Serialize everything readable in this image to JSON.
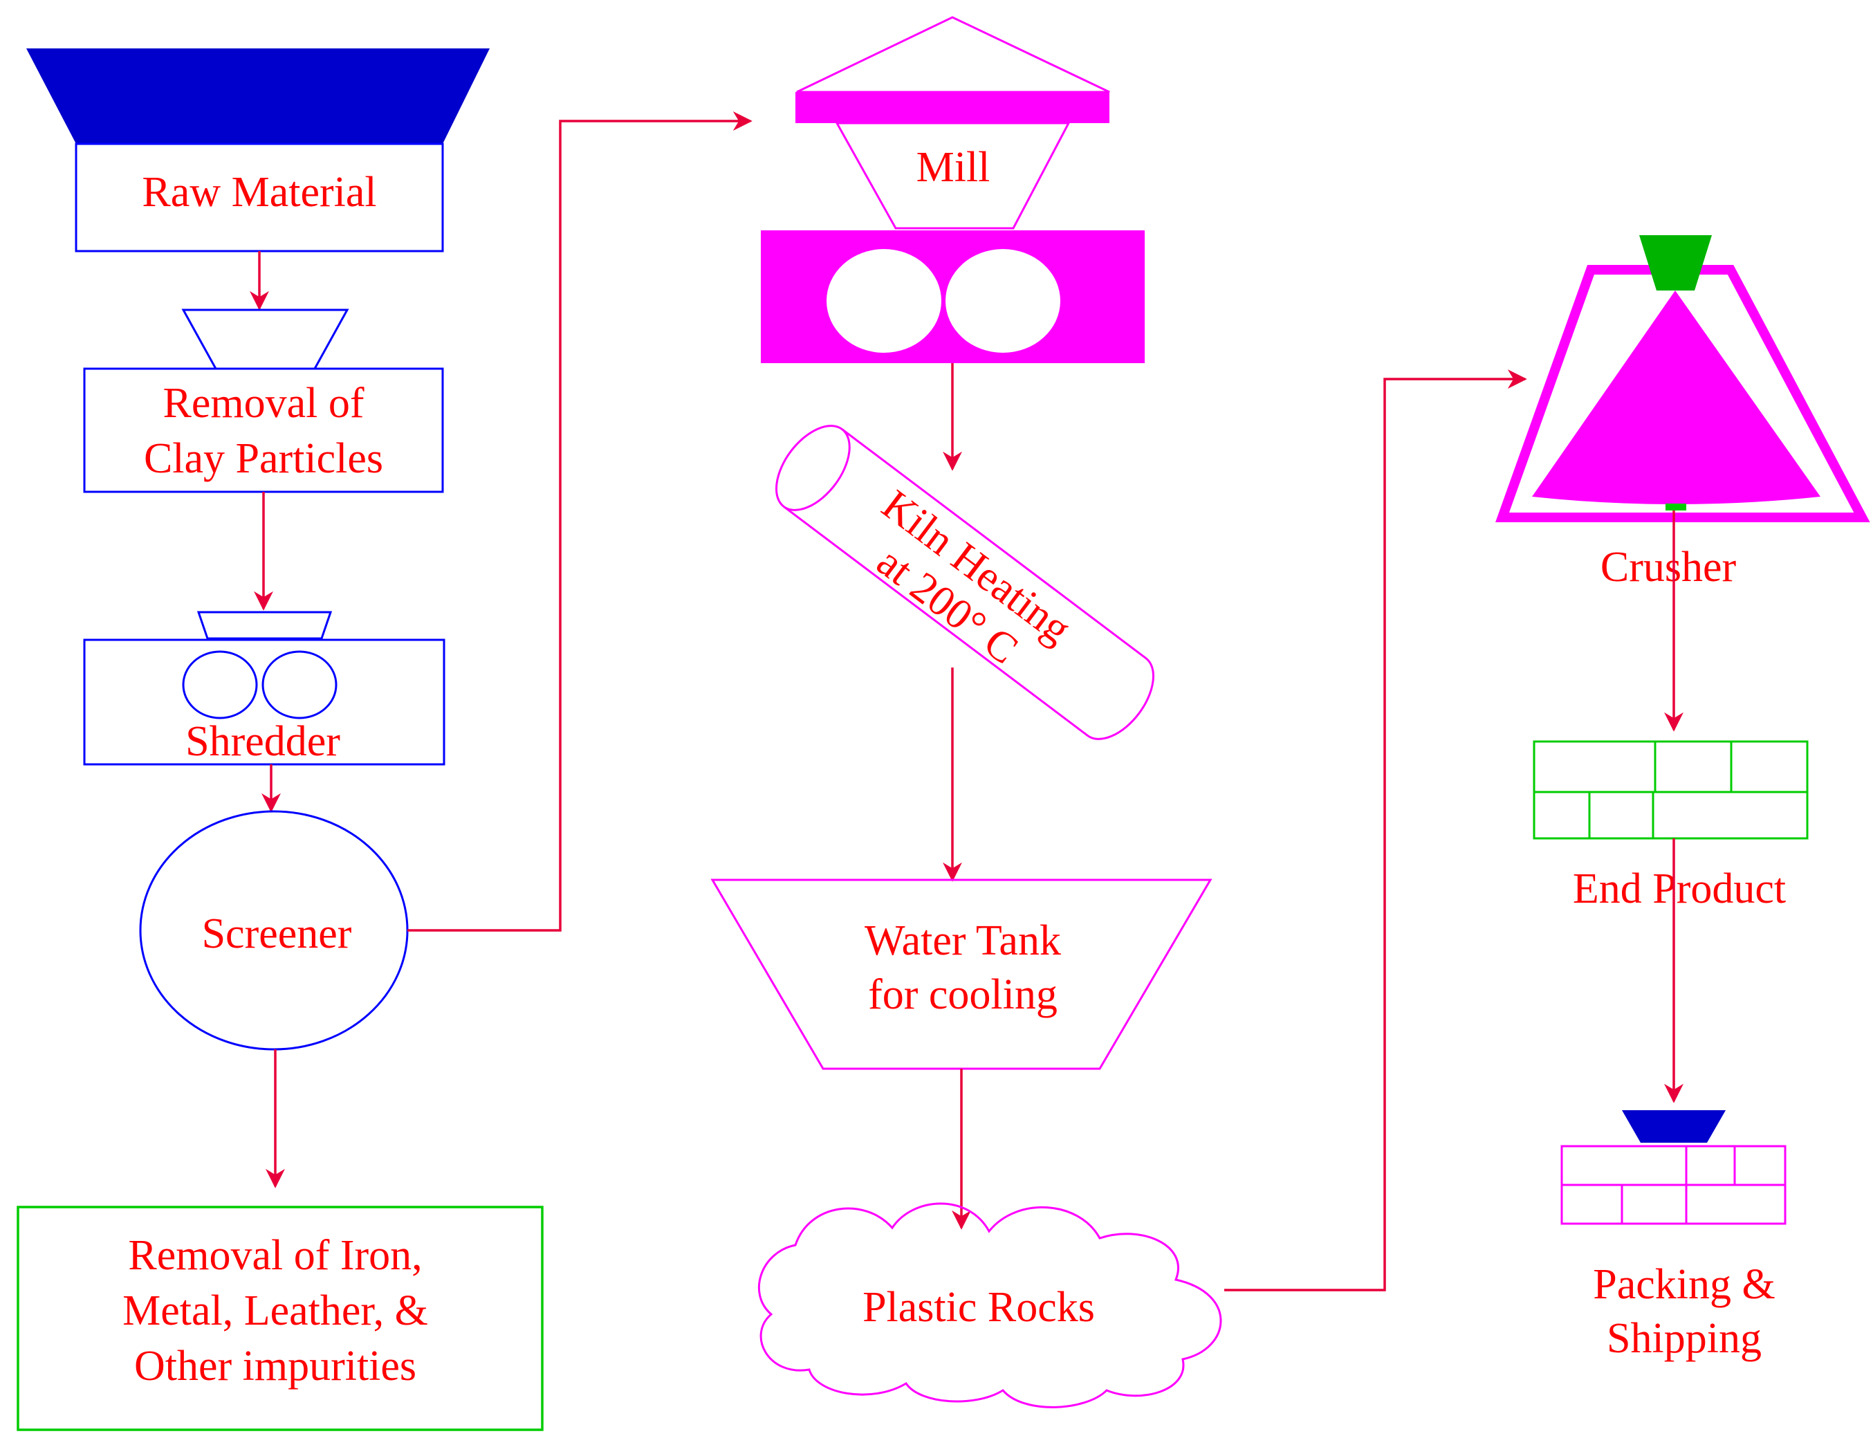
{
  "diagram": {
    "steps": {
      "raw_material": "Raw Material",
      "clay_removal": [
        "Removal of",
        "Clay Particles"
      ],
      "shredder": "Shredder",
      "screener": "Screener",
      "impurities_removal": [
        "Removal of Iron,",
        "Metal, Leather, &",
        "Other impurities"
      ],
      "mill": "Mill",
      "kiln": [
        "Kiln Heating",
        "at 200° C"
      ],
      "water_tank": [
        "Water Tank",
        "for cooling"
      ],
      "plastic_rocks": "Plastic Rocks",
      "crusher": "Crusher",
      "end_product": "End Product",
      "packing": [
        "Packing &",
        "Shipping"
      ]
    },
    "colors": {
      "blue": "#0000ff",
      "navy": "#0000cc",
      "magenta": "#ff00ff",
      "green": "#00cc00",
      "red_text": "#ff0000",
      "arrow": "#e8003a"
    }
  }
}
